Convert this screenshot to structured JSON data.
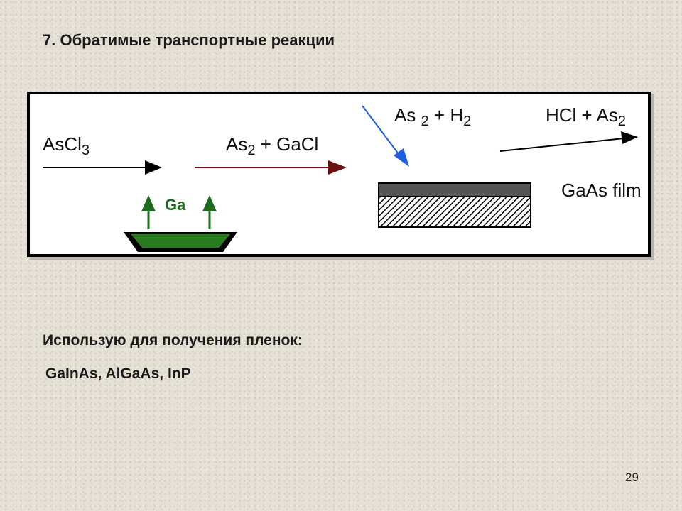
{
  "slide": {
    "title": "7. Обратимые транспортные реакции",
    "used_for_label": "Использую для получения пленок:",
    "films_list": "GaInAs, AlGaAs, InP",
    "page_number": "29"
  },
  "diagram": {
    "ascl3": {
      "base": "AsCl",
      "sub": "3"
    },
    "as2_gacl": {
      "base1": "As",
      "sub": "2",
      "rest": " + GaCl"
    },
    "as2_h2": {
      "base1": "As ",
      "sub1": "2",
      "mid": " + H",
      "sub2": "2"
    },
    "hcl_as2": {
      "base": "HCl + As",
      "sub": "2"
    },
    "ga_label": "Ga",
    "film_label": "GaAs film",
    "colors": {
      "green": "#1d6b1d",
      "dark_red": "#6b1111",
      "blue": "#1f5fe0"
    }
  }
}
